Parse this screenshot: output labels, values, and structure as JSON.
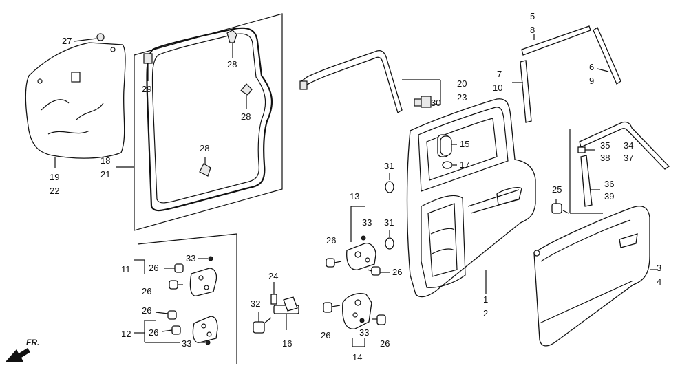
{
  "callouts": {
    "c27": "27",
    "c19": "19",
    "c22": "22",
    "c18": "18",
    "c21": "21",
    "c29": "29",
    "c28a": "28",
    "c28b": "28",
    "c28c": "28",
    "c20": "20",
    "c23": "23",
    "c30": "30",
    "c5": "5",
    "c8": "8",
    "c7": "7",
    "c10": "10",
    "c6": "6",
    "c9": "9",
    "c15": "15",
    "c17": "17",
    "c31a": "31",
    "c31b": "31",
    "c13": "13",
    "c33a": "33",
    "c26a": "26",
    "c26b": "26",
    "c35": "35",
    "c38": "38",
    "c34": "34",
    "c37": "37",
    "c36": "36",
    "c39": "39",
    "c25": "25",
    "c3": "3",
    "c4": "4",
    "c1": "1",
    "c2": "2",
    "c11": "11",
    "c26c": "26",
    "c33b": "33",
    "c26d": "26",
    "c24": "24",
    "c32": "32",
    "c16": "16",
    "c26e": "26",
    "c12": "12",
    "c26f": "26",
    "c33c": "33",
    "c26g": "26",
    "c33d": "33",
    "c14": "14",
    "c26h": "26"
  },
  "direction_label": "FR."
}
